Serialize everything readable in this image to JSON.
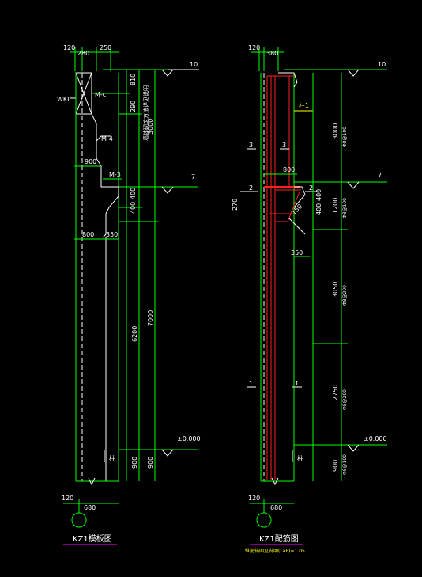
{
  "left_drawing": {
    "top_dims": [
      "120",
      "280",
      "250"
    ],
    "level_top": "10",
    "level_mid": "7",
    "level_zero": "±0.000",
    "right_dims": [
      "810",
      "290",
      "3000",
      "400",
      "400",
      "6200",
      "7000",
      "900",
      "900"
    ],
    "labels": {
      "wkl": "WKL",
      "mc": "M-c",
      "m4": "M-4",
      "m3": "M-3",
      "d900": "900",
      "d800": "800",
      "d350": "350",
      "rotated_note": "墙体砌筑方法详见说明"
    },
    "bottom_dims": [
      "120",
      "680"
    ],
    "footing_mark": "柱",
    "title": "KZ1模板图"
  },
  "right_drawing": {
    "top_dims": [
      "120",
      "380"
    ],
    "level_top": "10",
    "level_mid": "7",
    "level_zero": "±0.000",
    "right_dims": [
      "3000",
      "1200",
      "400",
      "400",
      "3050",
      "2750",
      "900"
    ],
    "rebar_notes": [
      "Φ8@100",
      "Φ8@100",
      "Φ8@200",
      "Φ8@200",
      "Φ8@100"
    ],
    "labels": {
      "top_mark": "柱1",
      "s3l": "3",
      "s3r": "3",
      "s2l": "2",
      "s2r": "2",
      "s1l": "1",
      "s1r": "1",
      "d800": "800",
      "d270": "270",
      "d150": "150",
      "d350": "350"
    },
    "bottom_dims": [
      "120",
      "680"
    ],
    "footing_mark": "柱",
    "title": "KZ1配筋图",
    "subtitle": "纵筋锚固见说明(LaE)=1.05"
  },
  "colors": {
    "line": "#00ff00",
    "column": "#ffffff",
    "rebar": "#ff2020",
    "dim": "#00ff00",
    "level": "#ffffff",
    "title_underline": "#ff00ff",
    "note": "#ffff00"
  }
}
